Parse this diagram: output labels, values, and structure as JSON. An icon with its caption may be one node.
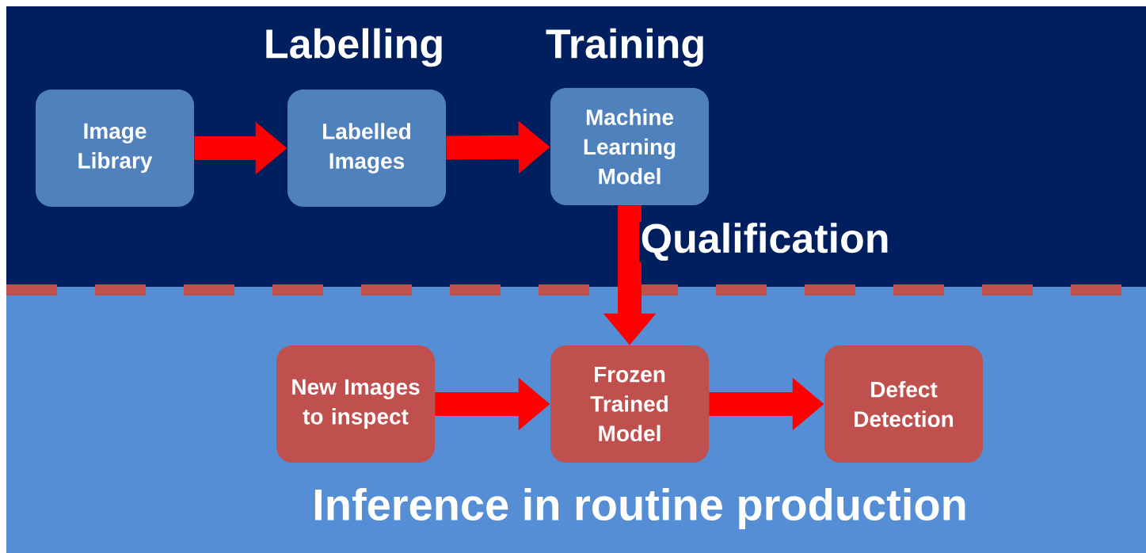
{
  "diagram": {
    "nodes": [
      {
        "text": [
          "Image Library"
        ]
      },
      {
        "text": [
          "Labelled Images"
        ]
      },
      {
        "text": [
          "Machine Learning Model"
        ]
      },
      {
        "text": [
          "New Images to inspect"
        ]
      },
      {
        "text": [
          "Frozen Trained Model"
        ]
      },
      {
        "text": [
          "Defect Detection"
        ]
      }
    ],
    "edges": [
      {
        "from": 0,
        "to": 1,
        "arrow": "to"
      },
      {
        "from": 1,
        "to": 2,
        "arrow": "to"
      },
      {
        "from": 2,
        "to": 4,
        "arrow": "to",
        "label": "Qualification"
      },
      {
        "from": 3,
        "to": 4,
        "arrow": "to"
      },
      {
        "from": 4,
        "to": 5,
        "arrow": "to"
      }
    ],
    "labels": [
      "Labelling",
      "Training",
      "Inference in routine production"
    ]
  }
}
